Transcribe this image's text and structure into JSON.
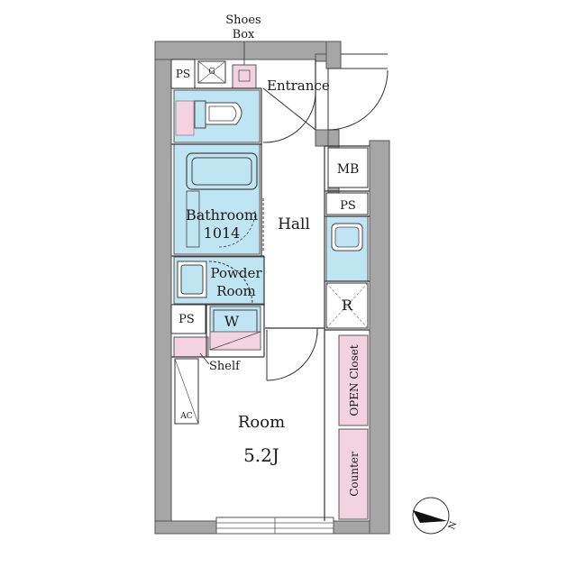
{
  "labels": {
    "shoes_box_1": "Shoes",
    "shoes_box_2": "Box",
    "ps_top": "PS",
    "g": "G",
    "entrance": "Entrance",
    "mb": "MB",
    "ps_right": "PS",
    "bathroom": "Bathroom",
    "bathroom_size": "1014",
    "hall": "Hall",
    "powder_1": "Powder",
    "powder_2": "Room",
    "ps_left": "PS",
    "w": "W",
    "r": "R",
    "shelf": "Shelf",
    "ac": "AC",
    "open_closet": "OPEN Closet",
    "room": "Room",
    "room_size": "5.2J",
    "counter": "Counter",
    "north": "N"
  },
  "colors": {
    "wall": "#a6a6a6",
    "wall_stroke": "#555555",
    "blue_fixture": "#bfe4f2",
    "pink_storage": "#f3d3df",
    "line": "#333333"
  }
}
